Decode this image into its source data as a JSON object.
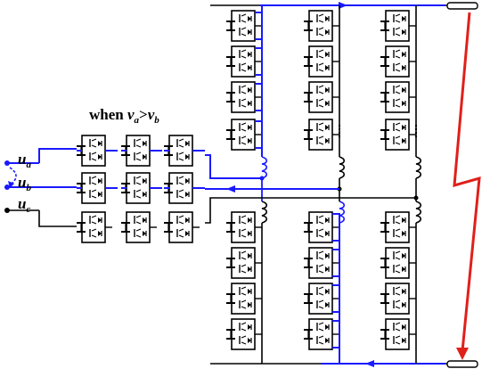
{
  "title_prefix": "when ",
  "title_lhs": "v",
  "title_lhs_sub": "a",
  "title_op": ">",
  "title_rhs": "v",
  "title_rhs_sub": "b",
  "inputs": [
    {
      "name": "u",
      "sub": "a"
    },
    {
      "name": "u",
      "sub": "b"
    },
    {
      "name": "u",
      "sub": "c"
    }
  ],
  "colors": {
    "wire": "#000000",
    "active_path": "#1a1aff",
    "fault": "#e0201a"
  }
}
